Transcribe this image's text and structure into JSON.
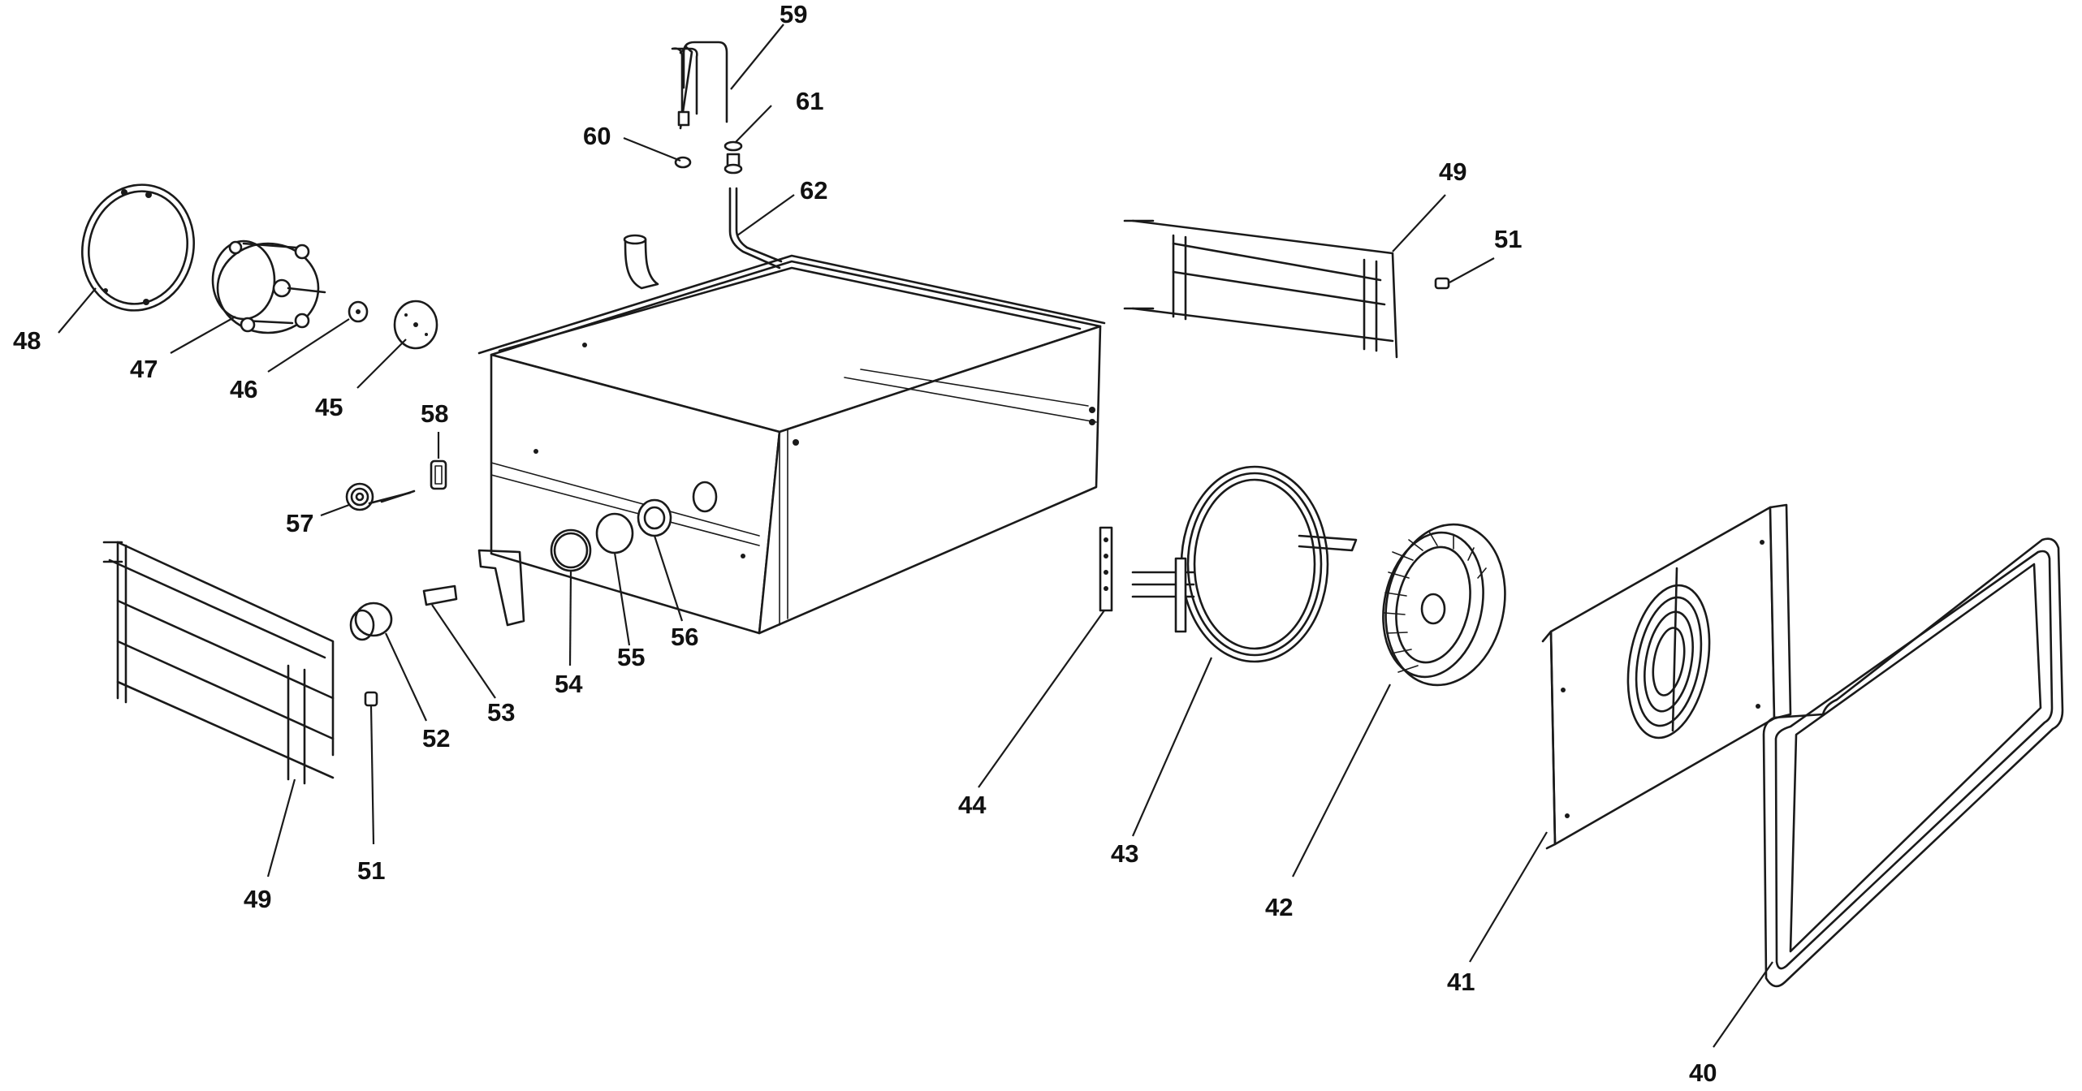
{
  "diagram": {
    "kind": "exploded parts diagram",
    "line_color": "#1a1a1a",
    "background": "#ffffff",
    "callouts": [
      "59",
      "61",
      "60",
      "62",
      "48",
      "47",
      "46",
      "45",
      "58",
      "57",
      "49",
      "51",
      "52",
      "53",
      "54",
      "55",
      "56",
      "44",
      "43",
      "42",
      "41",
      "40"
    ]
  },
  "labels": {
    "c40": "40",
    "c41": "41",
    "c42": "42",
    "c43": "43",
    "c44": "44",
    "c45": "45",
    "c46": "46",
    "c47": "47",
    "c48": "48",
    "c49_left": "49",
    "c49_right": "49",
    "c51_left": "51",
    "c51_right": "51",
    "c52": "52",
    "c53": "53",
    "c54": "54",
    "c55": "55",
    "c56": "56",
    "c57": "57",
    "c58": "58",
    "c59": "59",
    "c60": "60",
    "c61": "61",
    "c62": "62"
  }
}
